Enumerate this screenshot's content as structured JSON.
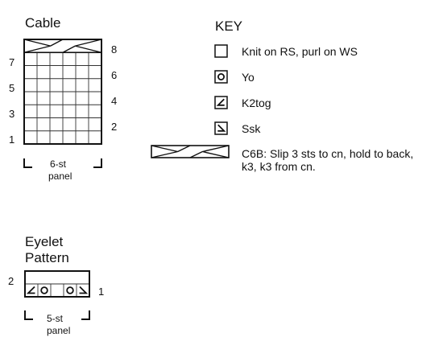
{
  "cable_chart": {
    "title": "Cable",
    "stitches": 6,
    "rows": 8,
    "cable_row": 8,
    "right_row_numbers": [
      "8",
      "6",
      "4",
      "2"
    ],
    "left_row_numbers": [
      "7",
      "5",
      "3",
      "1"
    ],
    "panel_label_line1": "6-st",
    "panel_label_line2": "panel"
  },
  "key": {
    "title": "KEY",
    "items": [
      {
        "symbol": "blank",
        "label": "Knit on RS, purl on WS"
      },
      {
        "symbol": "yo",
        "label": "Yo"
      },
      {
        "symbol": "k2tog",
        "label": "K2tog"
      },
      {
        "symbol": "ssk",
        "label": "Ssk"
      }
    ],
    "cable_item": {
      "symbol": "c6b",
      "label_line1": "C6B: Slip 3 sts to cn, hold to back,",
      "label_line2": "k3, k3 from cn."
    }
  },
  "eyelet_chart": {
    "title_line1": "Eyelet",
    "title_line2": "Pattern",
    "stitches": 5,
    "rows": 2,
    "row1_symbols": [
      "k2tog",
      "yo",
      "blank",
      "yo",
      "ssk"
    ],
    "left_row_number": "2",
    "right_row_number": "1",
    "panel_label_line1": "5-st",
    "panel_label_line2": "panel"
  }
}
